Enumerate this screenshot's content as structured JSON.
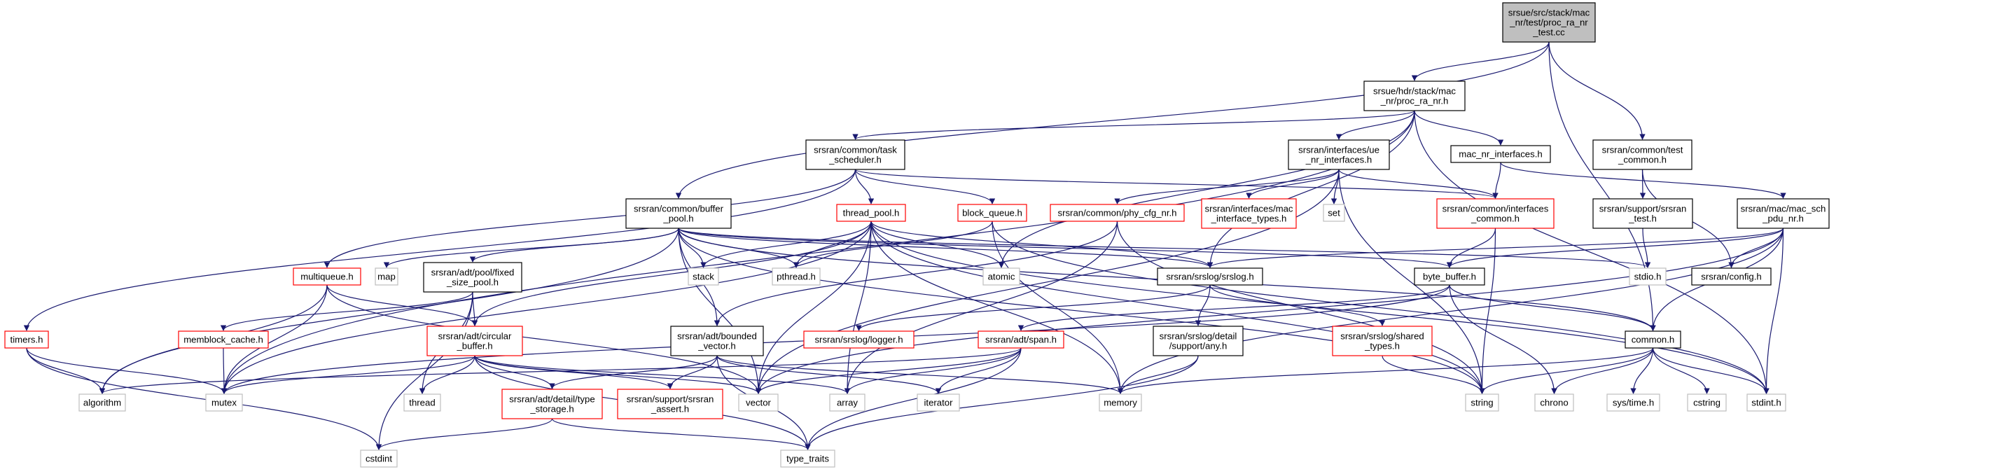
{
  "colors": {
    "edge": "#191970",
    "border_default": "#000000",
    "border_missing": "#ff0000",
    "border_external": "#bfbfbf",
    "fill_root": "#bfbfbf",
    "fill_default": "#ffffff"
  },
  "nodes": [
    {
      "id": "root",
      "lines": [
        "srsue/src/stack/mac",
        "_nr/test/proc_ra_nr",
        "_test.cc"
      ],
      "kind": "root"
    },
    {
      "id": "proc_ra_nr",
      "lines": [
        "srsue/hdr/stack/mac",
        "_nr/proc_ra_nr.h"
      ],
      "kind": "file"
    },
    {
      "id": "test_common",
      "lines": [
        "srsran/common/test",
        "_common.h"
      ],
      "kind": "file"
    },
    {
      "id": "buffer_pool",
      "lines": [
        "srsran/common/buffer",
        "_pool.h"
      ],
      "kind": "file"
    },
    {
      "id": "task_scheduler",
      "lines": [
        "srsran/common/task",
        "_scheduler.h"
      ],
      "kind": "file"
    },
    {
      "id": "ue_nr_interfaces",
      "lines": [
        "srsran/interfaces/ue",
        "_nr_interfaces.h"
      ],
      "kind": "file"
    },
    {
      "id": "mac_nr_interfaces",
      "lines": [
        "mac_nr_interfaces.h"
      ],
      "kind": "file"
    },
    {
      "id": "srsran_test",
      "lines": [
        "srsran/support/srsran",
        "_test.h"
      ],
      "kind": "file"
    },
    {
      "id": "mac_sch_pdu",
      "lines": [
        "srsran/mac/mac_sch",
        "_pdu_nr.h"
      ],
      "kind": "file"
    },
    {
      "id": "thread_pool",
      "lines": [
        "thread_pool.h"
      ],
      "kind": "missing"
    },
    {
      "id": "block_queue",
      "lines": [
        "block_queue.h"
      ],
      "kind": "missing"
    },
    {
      "id": "phy_cfg_nr",
      "lines": [
        "srsran/common/phy_cfg_nr.h"
      ],
      "kind": "missing"
    },
    {
      "id": "mac_interface_types",
      "lines": [
        "srsran/interfaces/mac",
        "_interface_types.h"
      ],
      "kind": "missing"
    },
    {
      "id": "interfaces_common",
      "lines": [
        "srsran/common/interfaces",
        "_common.h"
      ],
      "kind": "missing"
    },
    {
      "id": "set",
      "lines": [
        "set"
      ],
      "kind": "external"
    },
    {
      "id": "multiqueue",
      "lines": [
        "multiqueue.h"
      ],
      "kind": "missing"
    },
    {
      "id": "map",
      "lines": [
        "map"
      ],
      "kind": "external"
    },
    {
      "id": "fixed_size_pool",
      "lines": [
        "srsran/adt/pool/fixed",
        "_size_pool.h"
      ],
      "kind": "file"
    },
    {
      "id": "stack",
      "lines": [
        "stack"
      ],
      "kind": "external"
    },
    {
      "id": "pthread",
      "lines": [
        "pthread.h"
      ],
      "kind": "external"
    },
    {
      "id": "atomic",
      "lines": [
        "atomic"
      ],
      "kind": "external"
    },
    {
      "id": "srslog",
      "lines": [
        "srsran/srslog/srslog.h"
      ],
      "kind": "file"
    },
    {
      "id": "byte_buffer",
      "lines": [
        "byte_buffer.h"
      ],
      "kind": "file"
    },
    {
      "id": "stdio",
      "lines": [
        "stdio.h"
      ],
      "kind": "external"
    },
    {
      "id": "config",
      "lines": [
        "srsran/config.h"
      ],
      "kind": "file"
    },
    {
      "id": "timers",
      "lines": [
        "timers.h"
      ],
      "kind": "missing"
    },
    {
      "id": "memblock_cache",
      "lines": [
        "memblock_cache.h"
      ],
      "kind": "missing"
    },
    {
      "id": "circular_buffer",
      "lines": [
        "srsran/adt/circular",
        "_buffer.h"
      ],
      "kind": "missing"
    },
    {
      "id": "bounded_vector",
      "lines": [
        "srsran/adt/bounded",
        "_vector.h"
      ],
      "kind": "file"
    },
    {
      "id": "logger",
      "lines": [
        "srsran/srslog/logger.h"
      ],
      "kind": "missing"
    },
    {
      "id": "span",
      "lines": [
        "srsran/adt/span.h"
      ],
      "kind": "missing"
    },
    {
      "id": "any",
      "lines": [
        "srsran/srslog/detail",
        "/support/any.h"
      ],
      "kind": "file"
    },
    {
      "id": "shared_types",
      "lines": [
        "srsran/srslog/shared",
        "_types.h"
      ],
      "kind": "missing"
    },
    {
      "id": "common",
      "lines": [
        "common.h"
      ],
      "kind": "file"
    },
    {
      "id": "algorithm",
      "lines": [
        "algorithm"
      ],
      "kind": "external"
    },
    {
      "id": "mutex",
      "lines": [
        "mutex"
      ],
      "kind": "external"
    },
    {
      "id": "thread",
      "lines": [
        "thread"
      ],
      "kind": "external"
    },
    {
      "id": "type_storage",
      "lines": [
        "srsran/adt/detail/type",
        "_storage.h"
      ],
      "kind": "missing"
    },
    {
      "id": "srsran_assert",
      "lines": [
        "srsran/support/srsran",
        "_assert.h"
      ],
      "kind": "missing"
    },
    {
      "id": "vector",
      "lines": [
        "vector"
      ],
      "kind": "external"
    },
    {
      "id": "array",
      "lines": [
        "array"
      ],
      "kind": "external"
    },
    {
      "id": "iterator",
      "lines": [
        "iterator"
      ],
      "kind": "external"
    },
    {
      "id": "memory",
      "lines": [
        "memory"
      ],
      "kind": "external"
    },
    {
      "id": "string",
      "lines": [
        "string"
      ],
      "kind": "external"
    },
    {
      "id": "chrono",
      "lines": [
        "chrono"
      ],
      "kind": "external"
    },
    {
      "id": "sys_time",
      "lines": [
        "sys/time.h"
      ],
      "kind": "external"
    },
    {
      "id": "cstring",
      "lines": [
        "cstring"
      ],
      "kind": "external"
    },
    {
      "id": "stdint",
      "lines": [
        "stdint.h"
      ],
      "kind": "external"
    },
    {
      "id": "cstdint",
      "lines": [
        "cstdint"
      ],
      "kind": "external"
    },
    {
      "id": "type_traits",
      "lines": [
        "type_traits"
      ],
      "kind": "external"
    }
  ],
  "edges": [
    [
      "root",
      "proc_ra_nr"
    ],
    [
      "root",
      "test_common"
    ],
    [
      "root",
      "buffer_pool"
    ],
    [
      "root",
      "common"
    ],
    [
      "proc_ra_nr",
      "task_scheduler"
    ],
    [
      "proc_ra_nr",
      "ue_nr_interfaces"
    ],
    [
      "proc_ra_nr",
      "mac_nr_interfaces"
    ],
    [
      "proc_ra_nr",
      "srslog"
    ],
    [
      "proc_ra_nr",
      "mutex"
    ],
    [
      "proc_ra_nr",
      "atomic"
    ],
    [
      "proc_ra_nr",
      "stdint"
    ],
    [
      "test_common",
      "srsran_test"
    ],
    [
      "test_common",
      "config"
    ],
    [
      "task_scheduler",
      "thread_pool"
    ],
    [
      "task_scheduler",
      "block_queue"
    ],
    [
      "task_scheduler",
      "interfaces_common"
    ],
    [
      "task_scheduler",
      "multiqueue"
    ],
    [
      "task_scheduler",
      "timers"
    ],
    [
      "ue_nr_interfaces",
      "phy_cfg_nr"
    ],
    [
      "ue_nr_interfaces",
      "mac_interface_types"
    ],
    [
      "ue_nr_interfaces",
      "interfaces_common"
    ],
    [
      "ue_nr_interfaces",
      "set"
    ],
    [
      "ue_nr_interfaces",
      "string"
    ],
    [
      "ue_nr_interfaces",
      "vector"
    ],
    [
      "mac_nr_interfaces",
      "interfaces_common"
    ],
    [
      "mac_nr_interfaces",
      "mac_sch_pdu"
    ],
    [
      "srsran_test",
      "stdio"
    ],
    [
      "mac_sch_pdu",
      "byte_buffer"
    ],
    [
      "mac_sch_pdu",
      "config"
    ],
    [
      "mac_sch_pdu",
      "common"
    ],
    [
      "mac_sch_pdu",
      "srslog"
    ],
    [
      "mac_sch_pdu",
      "stdint"
    ],
    [
      "mac_sch_pdu",
      "vector"
    ],
    [
      "mac_sch_pdu",
      "memory"
    ],
    [
      "buffer_pool",
      "map"
    ],
    [
      "buffer_pool",
      "fixed_size_pool"
    ],
    [
      "buffer_pool",
      "stack"
    ],
    [
      "buffer_pool",
      "pthread"
    ],
    [
      "buffer_pool",
      "srslog"
    ],
    [
      "buffer_pool",
      "byte_buffer"
    ],
    [
      "buffer_pool",
      "algorithm"
    ],
    [
      "buffer_pool",
      "bounded_vector"
    ],
    [
      "buffer_pool",
      "vector"
    ],
    [
      "buffer_pool",
      "string"
    ],
    [
      "buffer_pool",
      "stdio"
    ],
    [
      "buffer_pool",
      "common"
    ],
    [
      "thread_pool",
      "stack"
    ],
    [
      "thread_pool",
      "atomic"
    ],
    [
      "thread_pool",
      "pthread"
    ],
    [
      "thread_pool",
      "srslog"
    ],
    [
      "thread_pool",
      "circular_buffer"
    ],
    [
      "thread_pool",
      "mutex"
    ],
    [
      "thread_pool",
      "vector"
    ],
    [
      "thread_pool",
      "memory"
    ],
    [
      "thread_pool",
      "string"
    ],
    [
      "thread_pool",
      "stdint"
    ],
    [
      "thread_pool",
      "array"
    ],
    [
      "block_queue",
      "pthread"
    ],
    [
      "block_queue",
      "memory"
    ],
    [
      "block_queue",
      "stdint"
    ],
    [
      "phy_cfg_nr",
      "bounded_vector"
    ],
    [
      "phy_cfg_nr",
      "string"
    ],
    [
      "phy_cfg_nr",
      "array"
    ],
    [
      "interfaces_common",
      "byte_buffer"
    ],
    [
      "interfaces_common",
      "string"
    ],
    [
      "multiqueue",
      "circular_buffer"
    ],
    [
      "multiqueue",
      "algorithm"
    ],
    [
      "multiqueue",
      "mutex"
    ],
    [
      "multiqueue",
      "vector"
    ],
    [
      "fixed_size_pool",
      "memblock_cache"
    ],
    [
      "fixed_size_pool",
      "circular_buffer"
    ],
    [
      "fixed_size_pool",
      "thread"
    ],
    [
      "fixed_size_pool",
      "cstdint"
    ],
    [
      "srslog",
      "logger"
    ],
    [
      "srslog",
      "any"
    ],
    [
      "srslog",
      "shared_types"
    ],
    [
      "byte_buffer",
      "span"
    ],
    [
      "byte_buffer",
      "common"
    ],
    [
      "byte_buffer",
      "chrono"
    ],
    [
      "byte_buffer",
      "mutex"
    ],
    [
      "timers",
      "algorithm"
    ],
    [
      "timers",
      "mutex"
    ],
    [
      "timers",
      "cstdint"
    ],
    [
      "memblock_cache",
      "mutex"
    ],
    [
      "circular_buffer",
      "type_storage"
    ],
    [
      "circular_buffer",
      "srsran_assert"
    ],
    [
      "circular_buffer",
      "array"
    ],
    [
      "circular_buffer",
      "thread"
    ],
    [
      "circular_buffer",
      "vector"
    ],
    [
      "circular_buffer",
      "type_traits"
    ],
    [
      "circular_buffer",
      "mutex"
    ],
    [
      "bounded_vector",
      "type_storage"
    ],
    [
      "bounded_vector",
      "srsran_assert"
    ],
    [
      "bounded_vector",
      "memory"
    ],
    [
      "bounded_vector",
      "iterator"
    ],
    [
      "bounded_vector",
      "type_traits"
    ],
    [
      "span",
      "algorithm"
    ],
    [
      "span",
      "array"
    ],
    [
      "span",
      "iterator"
    ],
    [
      "span",
      "vector"
    ],
    [
      "span",
      "type_traits"
    ],
    [
      "any",
      "memory"
    ],
    [
      "any",
      "type_traits"
    ],
    [
      "shared_types",
      "string"
    ],
    [
      "common",
      "memory"
    ],
    [
      "common",
      "string"
    ],
    [
      "common",
      "chrono"
    ],
    [
      "common",
      "sys_time"
    ],
    [
      "common",
      "cstring"
    ],
    [
      "common",
      "stdint"
    ],
    [
      "type_storage",
      "type_traits"
    ],
    [
      "type_storage",
      "cstdint"
    ]
  ]
}
